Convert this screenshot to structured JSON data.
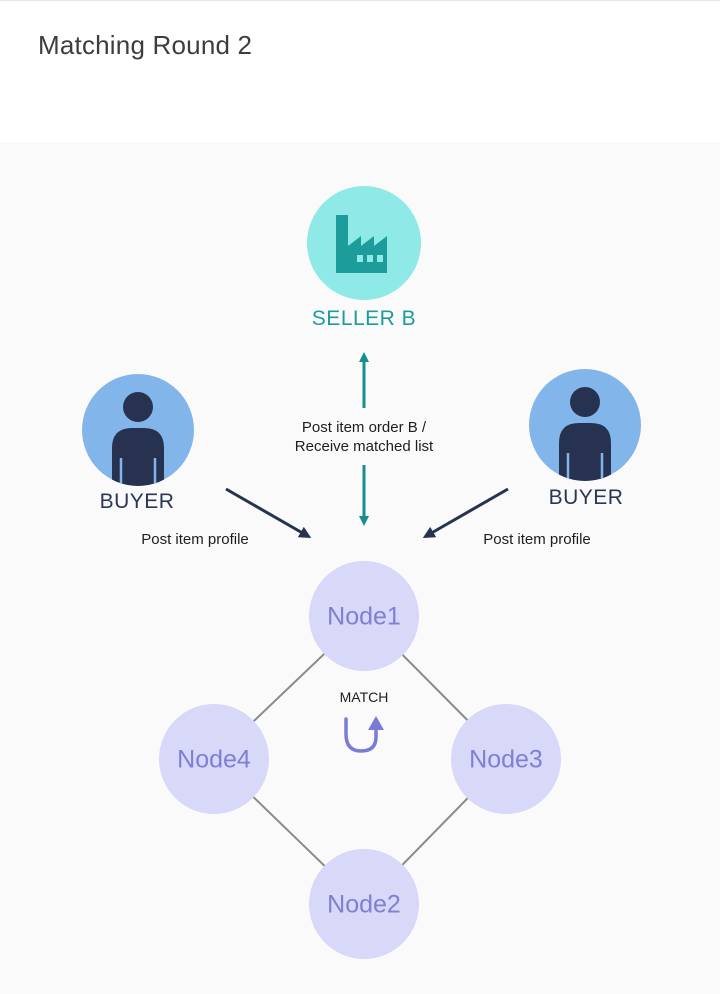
{
  "page": {
    "title": "Matching Round 2"
  },
  "seller": {
    "label": "SELLER B",
    "icon": "factory-icon",
    "color": "#1c9c9b",
    "circle_color": "#8fe9e6"
  },
  "order_flow": {
    "line1": "Post item order B /",
    "line2": "Receive matched list",
    "arrow_color": "#168f8e"
  },
  "buyers": [
    {
      "label": "BUYER",
      "action": "Post item profile",
      "icon": "person-icon"
    },
    {
      "label": "BUYER",
      "action": "Post item profile",
      "icon": "person-icon"
    }
  ],
  "buyer_style": {
    "circle_color": "#82b6ea",
    "figure_color": "#26324f",
    "arrow_color": "#26324f"
  },
  "nodes": {
    "top": "Node1",
    "right": "Node3",
    "bottom": "Node2",
    "left": "Node4",
    "fill": "#d8d8f8",
    "text_color": "#7f7fd8",
    "link_color": "#8a8a8a"
  },
  "match": {
    "label": "MATCH",
    "icon": "u-turn-arrow-icon",
    "color": "#7a7ad8"
  }
}
